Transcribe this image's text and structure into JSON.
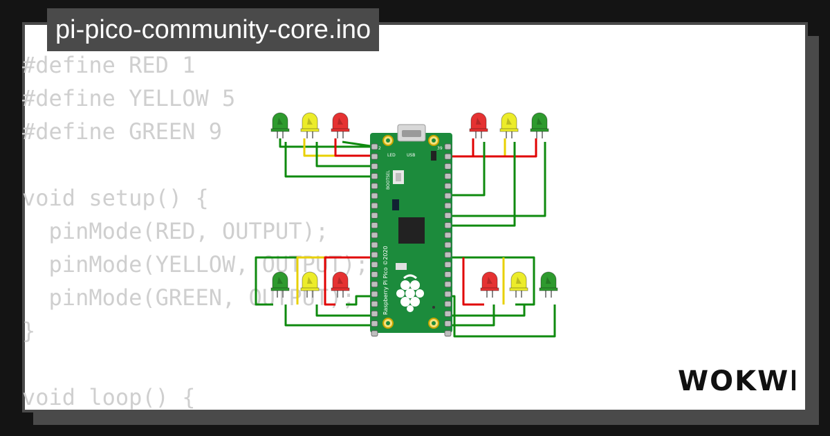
{
  "title": "pi-pico-community-core.ino",
  "code_lines": [
    "#define RED 1",
    "#define YELLOW 5",
    "#define GREEN 9",
    "",
    "void setup() {",
    "  pinMode(RED, OUTPUT);",
    "  pinMode(YELLOW, OUTPUT);",
    "  pinMode(GREEN, OUTPUT);",
    "}",
    "",
    "void loop() {"
  ],
  "board": {
    "silk_text": "Raspberry Pi Pico ©2020",
    "bootsel_label": "BOOTSEL",
    "led_label": "LED",
    "usb_label": "USB",
    "pin_top_left": "2",
    "pin_top_right": "39"
  },
  "leds": {
    "count": 12,
    "colors": [
      "green",
      "yellow",
      "red"
    ]
  },
  "brand": "WOKWI",
  "palette": {
    "background": "#141414",
    "frame": "#4a4a4a",
    "code_text": "#cfcfcf",
    "board_green": "#1c8b3c",
    "wire_green": "#0e8a0e",
    "wire_yellow": "#e8d000",
    "wire_red": "#e00000",
    "led_red": "#e53232",
    "led_yellow": "#ecec2a",
    "led_green": "#2e9a2e"
  }
}
